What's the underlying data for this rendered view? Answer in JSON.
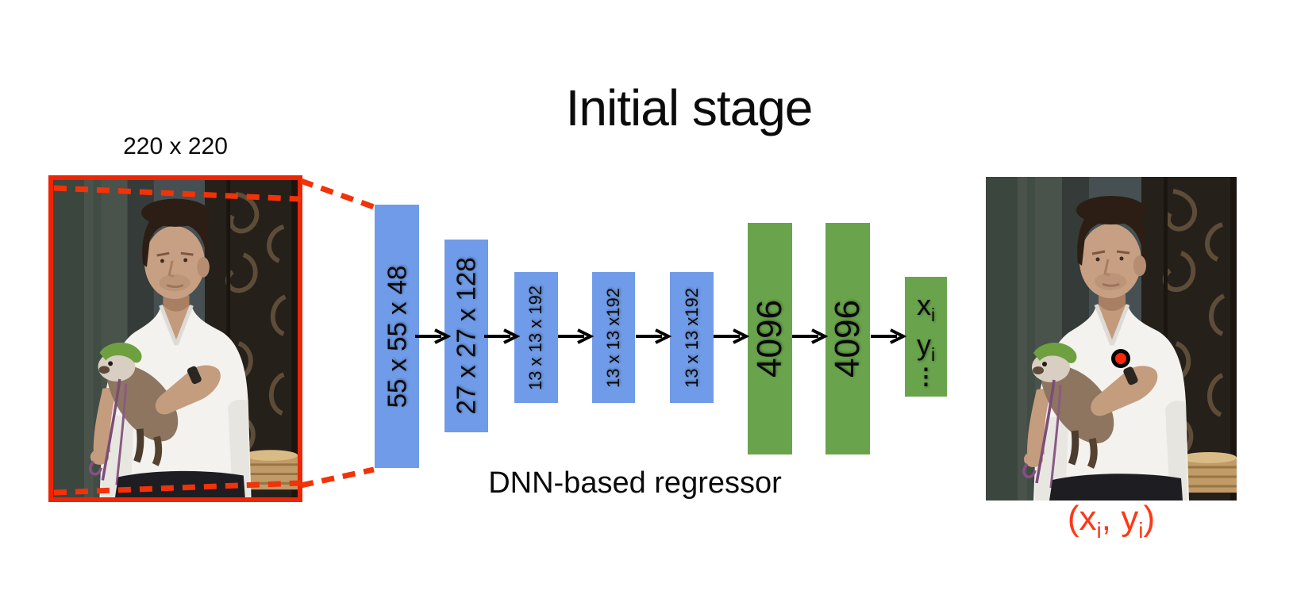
{
  "slide": {
    "title": "Initial stage",
    "background": "#ffffff"
  },
  "input_image": {
    "size_label": "220 x 220",
    "alt": "cropped photo of a man in a white t-shirt holding a ferret in front of an iron gate",
    "border_color": "#ee2405",
    "dash_color": "#f23208"
  },
  "network": {
    "caption": "DNN-based regressor",
    "conv_color": "#6f9be8",
    "fc_color": "#69a44d",
    "arrow_color": "#000000",
    "layers": [
      {
        "label": "55 x 55 x 48"
      },
      {
        "label": "27 x 27 x 128"
      },
      {
        "label": "13 x 13 x 192"
      },
      {
        "label": "13 x 13 x192"
      },
      {
        "label": "13 x 13 x192"
      },
      {
        "label": "4096"
      },
      {
        "label": "4096"
      }
    ],
    "output_vector": [
      {
        "base": "x",
        "sub": "i"
      },
      {
        "base": "y",
        "sub": "i"
      },
      {
        "base": "⋮",
        "sub": ""
      }
    ]
  },
  "output_image": {
    "alt": "same photo with the predicted joint location marked",
    "keypoint_dot_color": "#ff2605",
    "label_color": "#ff3815",
    "label": {
      "p1": "(x",
      "s1": "i",
      "p2": ", y",
      "s2": "i",
      "p3": ")"
    }
  }
}
